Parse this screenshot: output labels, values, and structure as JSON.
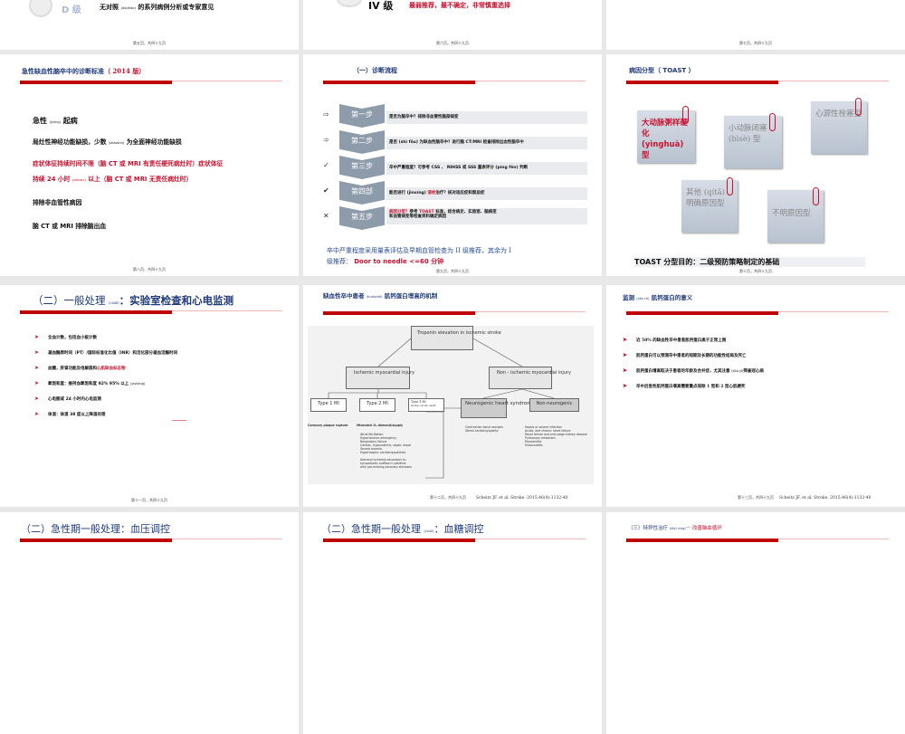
{
  "slides": [
    {
      "footer": "第五页，共四十九页",
      "grade": "D 级",
      "text": "无对照",
      "pinyin": "(duìzhào)",
      "text2": "的系列病例分析或专家意见"
    },
    {
      "footer": "第六页，共四十九页",
      "grade": "IV 级",
      "text": "最弱推荐，最不确定，非常慎重选择"
    },
    {
      "footer": "第七页，共四十九页"
    },
    {
      "footer": "第八页，共四十九页",
      "title": "急性缺血性脑卒中的诊断标准",
      "title_red": "（ 2014 版）",
      "l1": "急性",
      "l1p": "(jíxìng)",
      "l1b": "起病",
      "l2": "局灶性神经功能缺损，少数",
      "l2p": "(shǎoshù)",
      "l2b": "为全面神经功能缺损",
      "l3": "症状体征持续时间不限（脑 CT 或 MRI 有责任梗死病灶时）症状体征",
      "l4": "持续 24 小时",
      "l4p": "(xiǎoshí)",
      "l4b": "以上（脑 CT 或 MRI 无责任病灶时）",
      "l5": "排除非血管性病因",
      "l6": "脑 CT 或 MRI 排除脑出血"
    },
    {
      "footer": "第九页，共四十九页",
      "title": "（一）诊断流程",
      "steps": [
        {
          "label": "第一步",
          "text": "是否为脑卒中？排除非血管性脑部病变",
          "mark": "⇨"
        },
        {
          "label": "第二步",
          "text": "是否 (shì fǒu) 为缺血性脑卒中？进行脑 CT/MRI 检查排除出血性脑卒中",
          "mark": "➾"
        },
        {
          "label": "第三步",
          "text": "卒中严重程度？可参考 CSS 、 NIHSS 或 SSS 量表评分 (píng fēn) 判断",
          "mark": "✓"
        },
        {
          "label": "第四部",
          "text": "能否进行 (jìnxíng)",
          "text_red": "溶栓",
          "text2": "治疗？核对适应症和禁忌症",
          "mark": "✔"
        },
        {
          "label": "第五步",
          "text_red": "病因分型？",
          "text": "参考",
          "text_red2": "TOAST",
          "text2": "标准，结合病史、实验室、脑病变",
          "text3": "和血管病变等检查资料确定病因",
          "mark": "✕"
        }
      ],
      "bottom1": "卒中严重程度采用量表评估及早期血管检查为 II 级推荐，其余为 I",
      "bottom2": "级推荐：",
      "bottom_red": "Door to needle <=60 分钟"
    },
    {
      "footer": "第十页，共四十九页",
      "title": "病因分型（ TOAST ）",
      "notes": [
        "大动脉粥样硬化 (yìnghuà) 型",
        "小动脉闭塞 (bìsè) 型",
        "心源性栓塞型",
        "其他 (qítā) 明确原因型",
        "不明原因型"
      ],
      "bottom": "TOAST 分型目的：二级预防策略制定的基础"
    },
    {
      "footer": "第十一页，共四十九页",
      "title": "（二）一般处理",
      "title_p": "(chǔlǐ)",
      "title2": "：实验室检查和心电监测",
      "bullets": [
        "全血计数，包括血小板计数",
        "凝血酶原时间（PT）/国际标准化比值（INR）和活化部分凝血活酶时间",
        "血糖，肝肾功能及电解质和",
        "氧饱和度：维持血氧饱和度 92% 95% 以上",
        "心电图或 24 小时内心电监测",
        "体温：体温 38 度以上降温处理"
      ],
      "bullet3_red": "心肌缺血标志物",
      "bullet4_p": "(yǐshàng)"
    },
    {
      "footer": "第十二页，共四十九页",
      "title": "缺血性卒中患者",
      "title_p": "(huànzhě)",
      "title2": "肌钙蛋白增高的机制",
      "diagram": {
        "root": "Troponin elevation in ischemic stroke",
        "isch": "Ischemic myocardial injury",
        "nonisch": "Non - ischemic myocardial injury",
        "t1": "Type 1 MI",
        "t2": "Type 2 MI",
        "t3": "Type 3 MI",
        "t3s": "Sudden cardiac death",
        "neuro": "Neurogenic heart syndrome",
        "nonneuro": "Non-neurogenic",
        "t1d": "Coronary plaque rupture",
        "t2d": "Mismatch O₂ demand/supply",
        "t2list": [
          "Atrial fibrillation",
          "Hypertensive emergency",
          "Respiratory failure",
          "Cardiac, hypovolemic, septic shock",
          "Severe anemia",
          "Hypertrophic cardiomyopathies"
        ],
        "t2extra": [
          "Demand ischemia secondary to",
          "sympathetic outflow in patients",
          "with pre-existing coronary stenoses"
        ],
        "neurolist": [
          "Contraction band necrosis",
          "Stress cardiomyopathy"
        ],
        "nonneurolist": [
          "Sepsis or severe infection",
          "Acute- and chronic heart failure",
          "Renal failure and end-stage kidney disease",
          "Pulmonary embolism",
          "Myocarditis",
          "Endocarditis"
        ]
      },
      "cite": "Scheitz JF, et al. Stroke. 2015;46(4):1132-40"
    },
    {
      "footer": "第十三页，共四十九页",
      "title": "监测",
      "title_p": "(jiān cè)",
      "title2": "肌钙蛋白的意义",
      "bullets": [
        "近 50% 的缺血性卒中患者肌钙蛋白高于正常上限",
        "肌钙蛋白可以预测卒中患者的短期及长期的功能性结局及死亡",
        "肌钙蛋白增高取决于患者的年龄及合并症，尤其注意",
        "卒中后急性肌钙蛋白增高需要重点排除 1 型和 2 型心肌梗死"
      ],
      "bullet3_p": "(zhù yì)",
      "bullet3_b": "筛查冠心病",
      "cite": "Scheitz JF, et al. Stroke. 2015;46(4):1132-40"
    },
    {
      "title": "（二）急性期一般处理：血压调控"
    },
    {
      "title": "（二）急性期一般处理",
      "title_p": "(chǔlǐ)",
      "title2": "：血糖调控"
    },
    {
      "title": "（三）特异性治疗",
      "title_p": "(tèyì xìng)",
      "title_red": "－ 改善脑血循环"
    }
  ],
  "colors": {
    "accent_red": "#c00000",
    "title_blue": "#1f3a7a",
    "gap": "#e8e8e8"
  }
}
